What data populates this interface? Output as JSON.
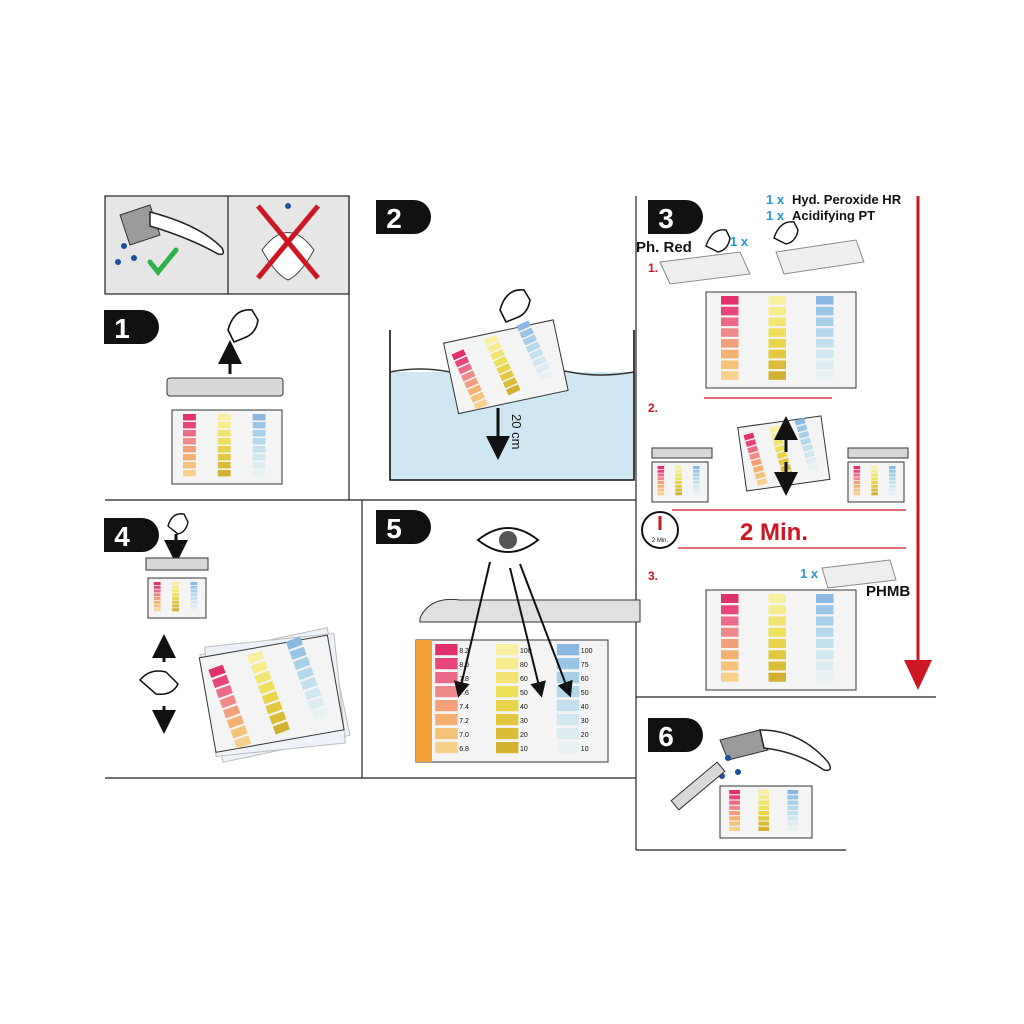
{
  "steps": {
    "s1": "1",
    "s2": "2",
    "s3": "3",
    "s4": "4",
    "s5": "5",
    "s6": "6"
  },
  "step2": {
    "depth_label": "20 cm"
  },
  "step3": {
    "phenol_label": "Ph. Red",
    "qty_phenol": "1 x",
    "qty_hyd": "1 x",
    "hyd_label": "Hyd. Peroxide HR",
    "qty_acid": "1 x",
    "acid_label": "Acidifying PT",
    "sub1": "1.",
    "sub2": "2.",
    "sub3": "3.",
    "timer_label": "2 Min.",
    "timer_face": "2 Min.",
    "qty_phmb": "1 x",
    "phmb_label": "PHMB"
  },
  "comparator": {
    "ph_values": [
      "8.2",
      "8.0",
      "7.8",
      "7.6",
      "7.4",
      "7.2",
      "7.0",
      "6.8"
    ],
    "h2o2_values": [
      "100",
      "80",
      "60",
      "50",
      "40",
      "30",
      "20",
      "10"
    ],
    "phmb_values": [
      "100",
      "75",
      "60",
      "50",
      "40",
      "30",
      "20",
      "10"
    ],
    "colors": {
      "ph": [
        "#e0306e",
        "#e8457a",
        "#ec6a88",
        "#ef8a8a",
        "#f2a07a",
        "#f4b070",
        "#f6c27a",
        "#f8d08a"
      ],
      "h2o2": [
        "#f8f0a0",
        "#f6ec8c",
        "#f2e470",
        "#eee05a",
        "#ead44a",
        "#e2c83e",
        "#dabc36",
        "#d2b030"
      ],
      "phmb": [
        "#8ab8e0",
        "#98c4e6",
        "#a6cfe9",
        "#b4d8ec",
        "#c2e0ee",
        "#d0e7ef",
        "#dcecf0",
        "#e8f2f3"
      ]
    }
  },
  "colors": {
    "accent_red": "#cc1622",
    "qty_cyan": "#1e9ad6",
    "check_green": "#2cb24a",
    "water": "#cfe6f3",
    "panel_gray": "#e6e6e6"
  }
}
